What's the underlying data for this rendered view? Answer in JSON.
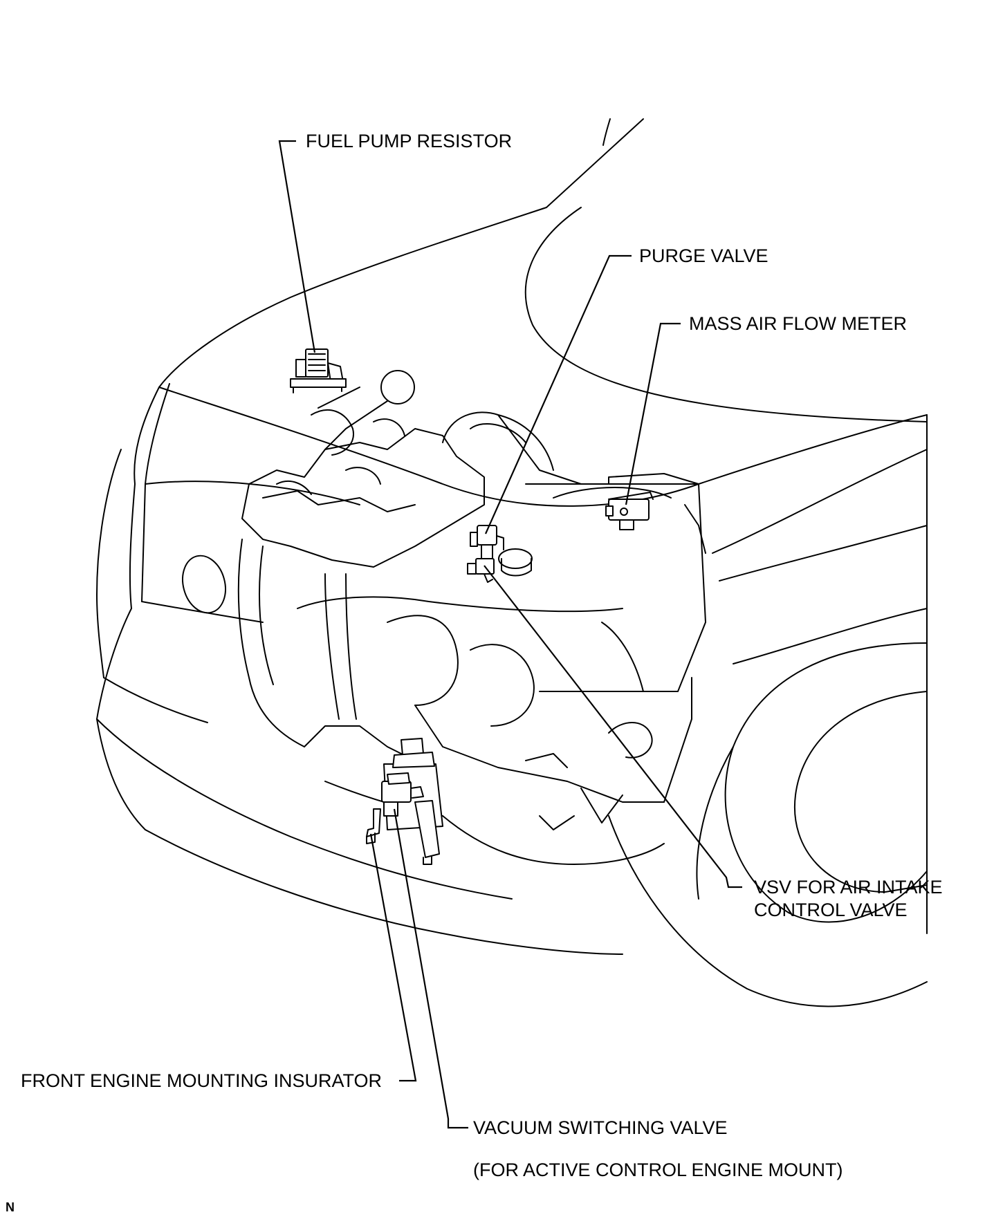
{
  "labels": {
    "fuel_pump_resistor": "FUEL PUMP RESISTOR",
    "purge_valve": "PURGE VALVE",
    "mass_air_flow_meter": "MASS AIR FLOW METER",
    "vsv_line1": "VSV FOR AIR INTAKE",
    "vsv_line2": "CONTROL VALVE",
    "front_engine_mounting": "FRONT ENGINE MOUNTING INSURATOR",
    "vacuum_switching_valve": "VACUUM SWITCHING VALVE",
    "vacuum_switching_note": "(FOR ACTIVE CONTROL ENGINE MOUNT)"
  },
  "figure_code": "N"
}
